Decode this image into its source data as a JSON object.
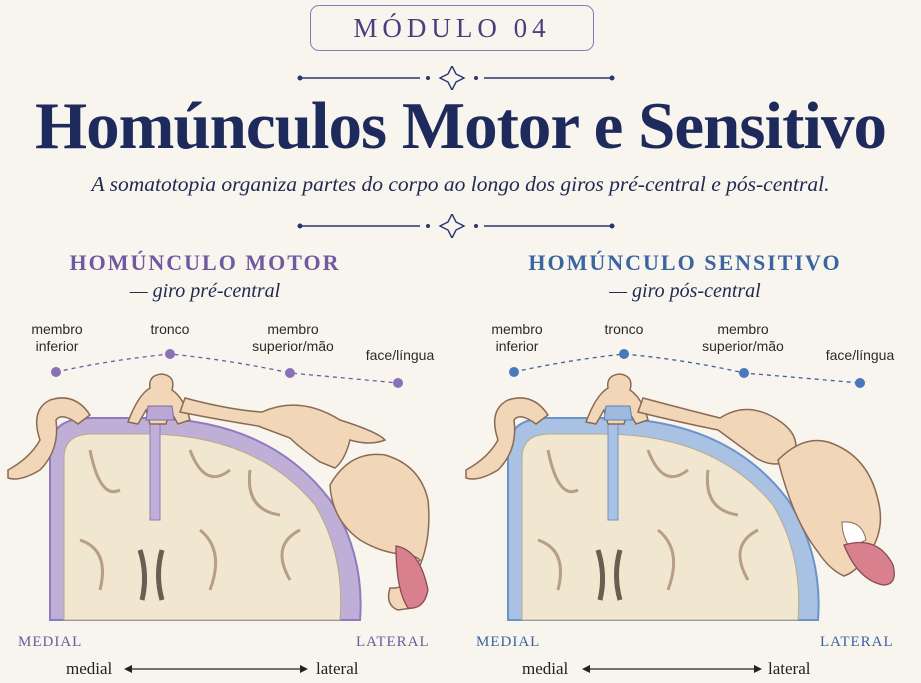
{
  "header": {
    "module_badge": "MÓDULO 04",
    "title": "Homúnculos Motor e Sensitivo",
    "subtitle": "A somatotopia organiza partes do corpo ao longo dos giros pré-central e pós-central."
  },
  "colors": {
    "title": "#1f2a5c",
    "motor_accent": "#8f7bbf",
    "sensory_accent": "#6b93cc",
    "background": "#f8f4ee"
  },
  "panels": [
    {
      "id": "motor",
      "title": "HOMÚNCULO MOTOR",
      "subtitle": "— giro pré-central",
      "regions": [
        "membro inferior",
        "tronco",
        "membro superior/mão",
        "face/língua"
      ],
      "medial_label": "MEDIAL",
      "lateral_label": "LATERAL",
      "axis_left": "medial",
      "axis_right": "lateral"
    },
    {
      "id": "sensory",
      "title": "HOMÚNCULO SENSITIVO",
      "subtitle": "— giro pós-central",
      "regions": [
        "membro inferior",
        "tronco",
        "membro superior/mão",
        "face/língua"
      ],
      "medial_label": "MEDIAL",
      "lateral_label": "LATERAL",
      "axis_left": "medial",
      "axis_right": "lateral"
    }
  ]
}
